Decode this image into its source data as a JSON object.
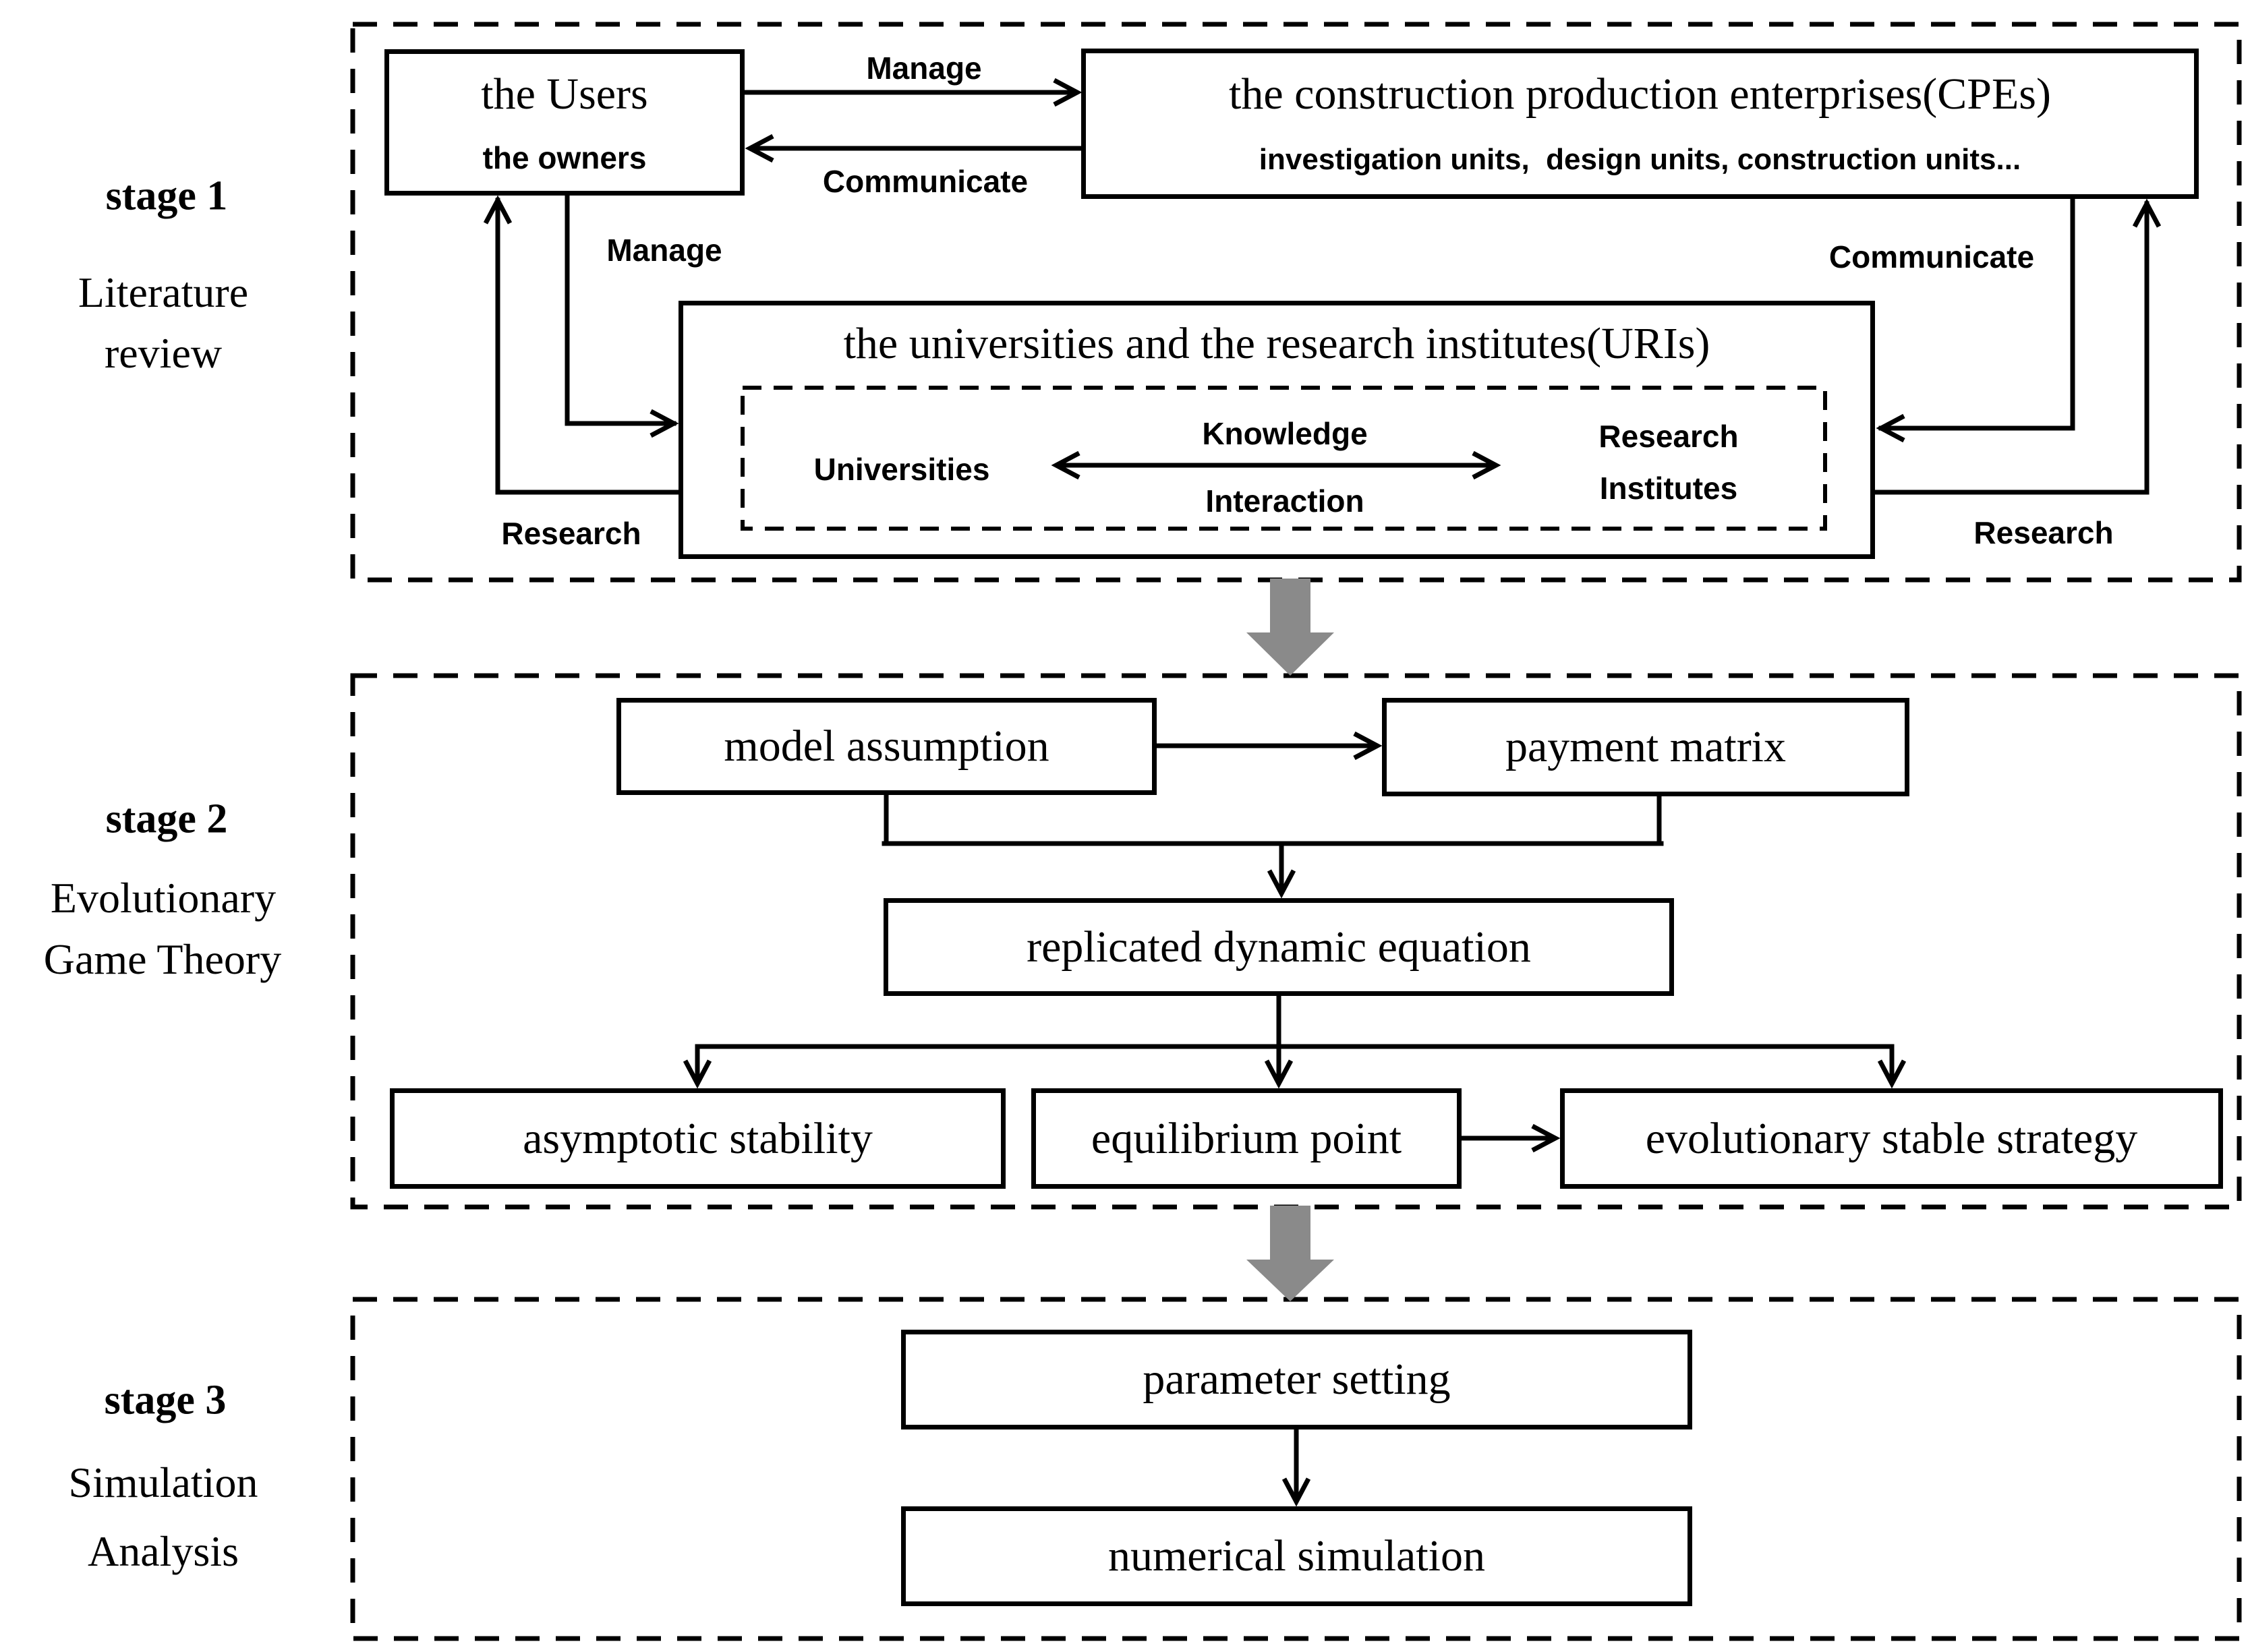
{
  "sidebar": {
    "stage1": {
      "label": "stage 1",
      "line1": "Literature",
      "line2": "review"
    },
    "stage2": {
      "label": "stage 2",
      "line1": "Evolutionary",
      "line2": "Game Theory"
    },
    "stage3": {
      "label": "stage 3",
      "line1": "Simulation",
      "line2": "Analysis"
    }
  },
  "stage1": {
    "users": {
      "title": "the Users",
      "subtitle": "the owners"
    },
    "cpes": {
      "title": "the construction production enterprises(CPEs)",
      "subtitle": "investigation units,  design units, construction units..."
    },
    "uris": {
      "title": "the universities and the research institutes(URIs)"
    },
    "inner": {
      "universities": "Universities",
      "knowledge": "Knowledge",
      "interaction": "Interaction",
      "research_line1": "Research",
      "research_line2": "Institutes"
    },
    "labels": {
      "manage_top": "Manage",
      "communicate_top": "Communicate",
      "manage_mid": "Manage",
      "research_left": "Research",
      "communicate_right": "Communicate",
      "research_right": "Research"
    }
  },
  "stage2": {
    "model_assumption": "model assumption",
    "payment_matrix": "payment matrix",
    "replicated_dynamic_equation": "replicated dynamic equation",
    "asymptotic_stability": "asymptotic stability",
    "equilibrium_point": "equilibrium point",
    "evolutionary_stable_strategy": "evolutionary stable strategy"
  },
  "stage3": {
    "parameter_setting": "parameter setting",
    "numerical_simulation": "numerical simulation"
  },
  "colors": {
    "line": "#000000",
    "box_border": "#000000",
    "gray_arrow": "#8a8a8a",
    "background": "#ffffff"
  }
}
